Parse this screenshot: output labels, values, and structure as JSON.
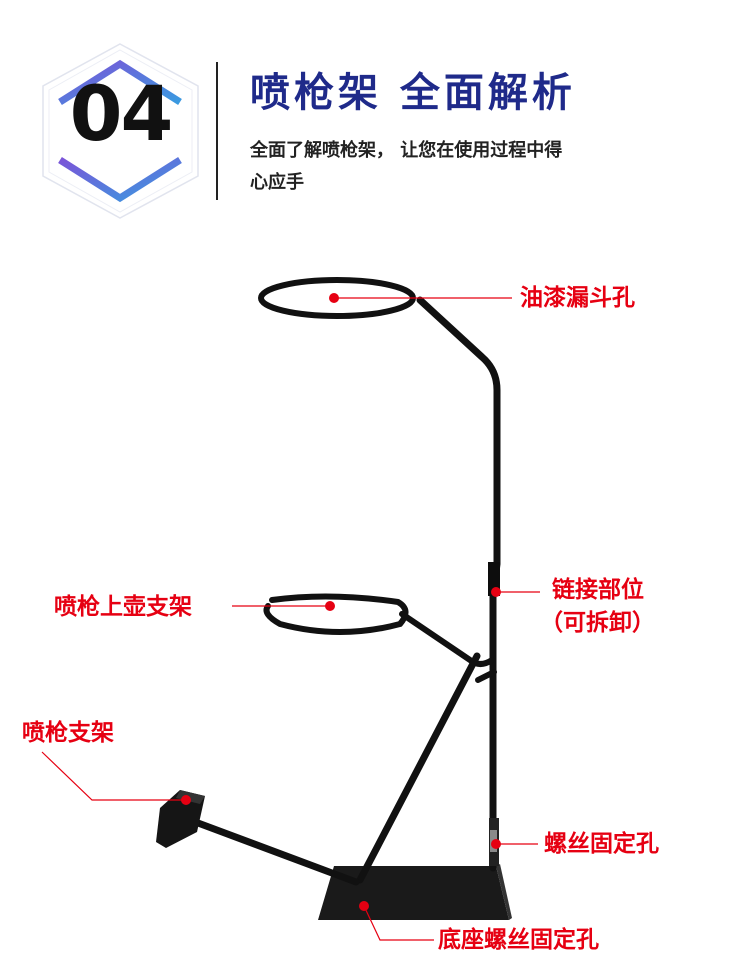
{
  "header": {
    "number": "04",
    "title": "喷枪架 全面解析",
    "subtitle_line1": "全面了解喷枪架， 让您在使用过程中得",
    "subtitle_line2": "心应手"
  },
  "callouts": {
    "funnel_hole": "油漆漏斗孔",
    "joint_line1": "链接部位",
    "joint_line2": "（可拆卸）",
    "pot_holder": "喷枪上壶支架",
    "gun_holder": "喷枪支架",
    "screw_hole": "螺丝固定孔",
    "base_screw_hole": "底座螺丝固定孔"
  },
  "colors": {
    "title": "#1f2a8a",
    "callout": "#e60012",
    "hexagon_gradient_start": "#7a55d8",
    "hexagon_gradient_end": "#3a9ae0"
  }
}
